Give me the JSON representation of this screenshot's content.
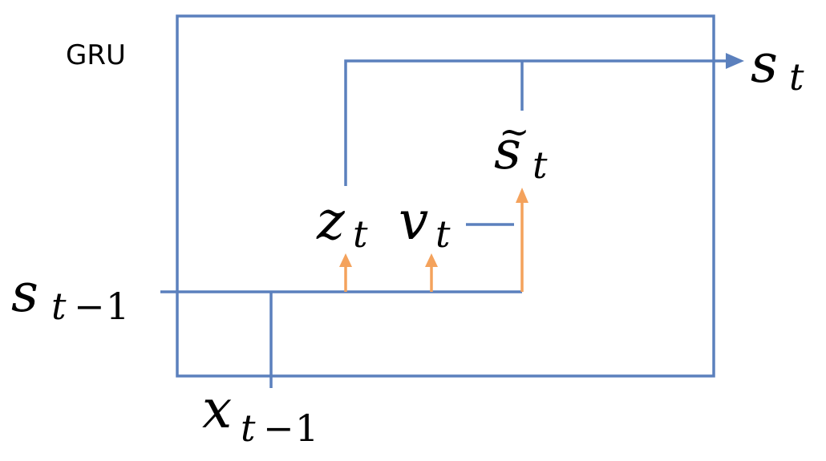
{
  "diagram": {
    "title": "GRU",
    "colors": {
      "flow_line": "#5b80bd",
      "gate_arrow": "#f4a25c",
      "text": "#000000",
      "background": "#ffffff"
    },
    "labels": {
      "output": {
        "base": "s",
        "sub": "t"
      },
      "candidate": {
        "base": "s",
        "accent": "~",
        "sub": "t"
      },
      "update_gate": {
        "base": "z",
        "sub": "t"
      },
      "reset_gate": {
        "base": "v",
        "sub": "t"
      },
      "prev_state": {
        "base": "s",
        "sub_var": "t",
        "sub_op": "−",
        "sub_num": "1"
      },
      "input": {
        "base": "x",
        "sub_var": "t",
        "sub_op": "−",
        "sub_num": "1"
      }
    }
  }
}
